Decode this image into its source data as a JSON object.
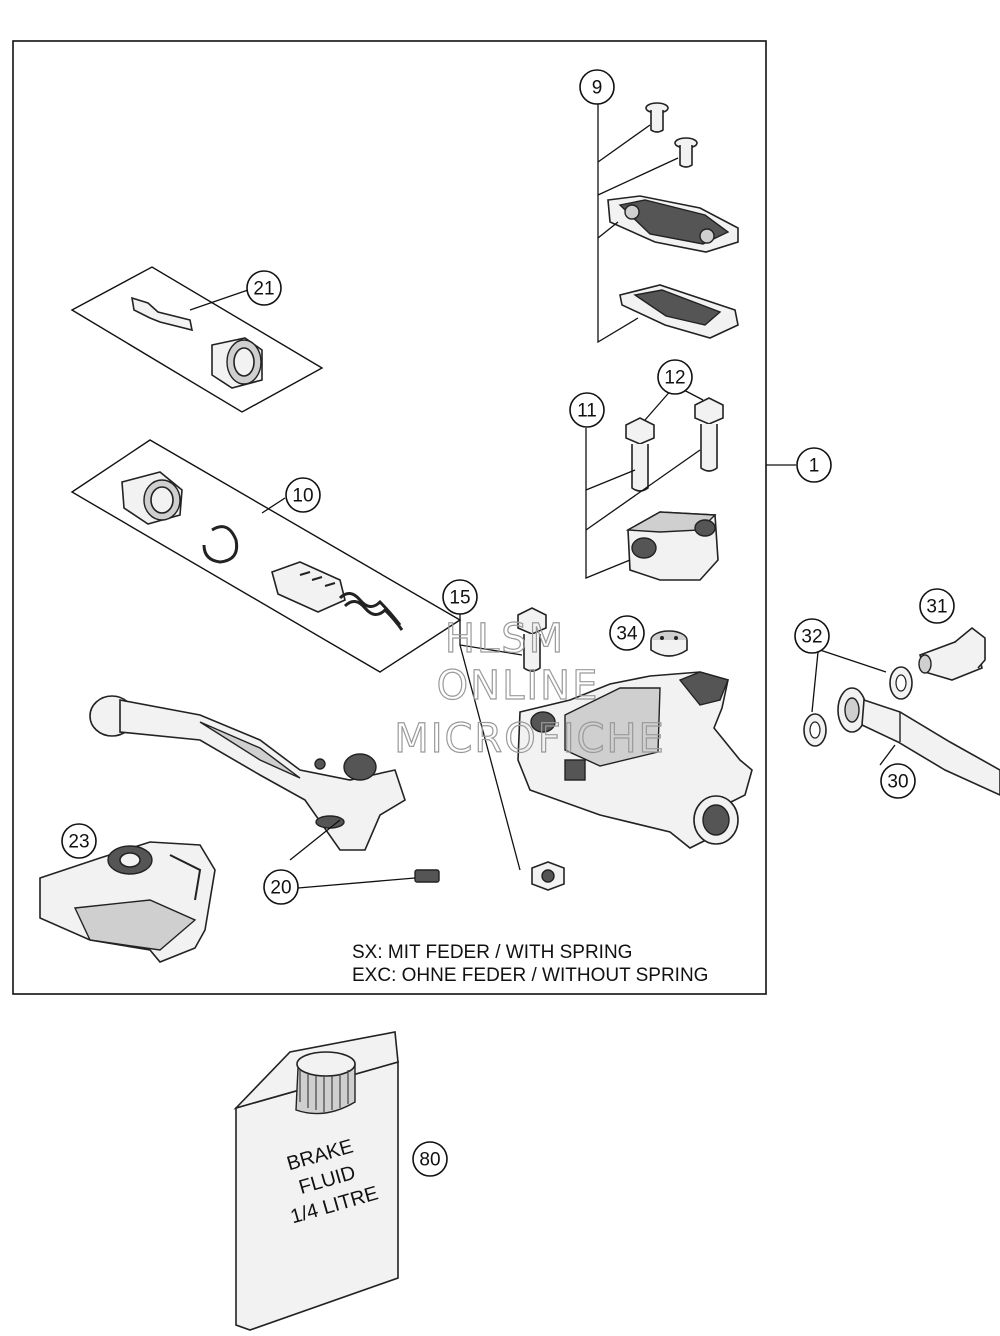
{
  "callouts": {
    "c1": "1",
    "c9": "9",
    "c10": "10",
    "c11": "11",
    "c12": "12",
    "c15": "15",
    "c20": "20",
    "c21": "21",
    "c23": "23",
    "c30": "30",
    "c31": "31",
    "c32": "32",
    "c34": "34",
    "c80": "80"
  },
  "note": {
    "line1": "SX: MIT FEDER / WITH SPRING",
    "line2": "EXC: OHNE FEDER / WITHOUT SPRING"
  },
  "watermark": {
    "line1": "HLSM",
    "line2": "ONLINE",
    "line3": "MICROFICHE"
  },
  "bottle_label": {
    "line1": "BRAKE",
    "line2": "FLUID",
    "line3": "1/4 LITRE"
  }
}
